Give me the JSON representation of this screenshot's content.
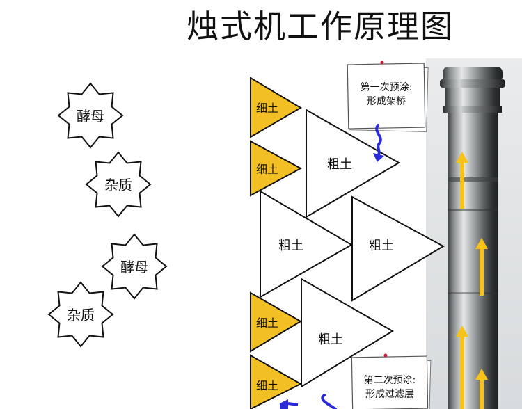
{
  "title": "烛式机工作原理图",
  "particles": [
    {
      "label": "酵母"
    },
    {
      "label": "杂质"
    },
    {
      "label": "酵母"
    },
    {
      "label": "杂质"
    }
  ],
  "fine_soil_label": "细土",
  "coarse_soil_label": "粗土",
  "notes": [
    {
      "line1": "第一次预涂:",
      "line2": "形成架桥"
    },
    {
      "line1": "第二次预涂:",
      "line2": "形成过滤层"
    }
  ],
  "colors": {
    "fine_soil": "#f2bf24",
    "flow_arrow": "#2a2ad8",
    "candle_arrow": "#f7c21a",
    "pin": "#c0203a"
  }
}
